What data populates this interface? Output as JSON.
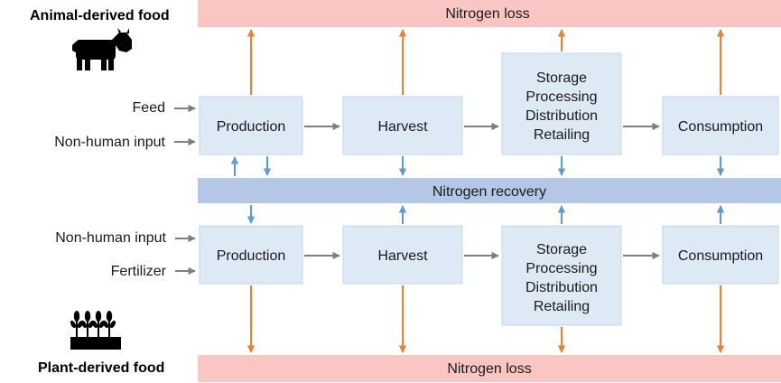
{
  "titles": {
    "animal": "Animal-derived food",
    "plant": "Plant-derived food"
  },
  "bands": {
    "loss_top": "Nitrogen loss",
    "recovery": "Nitrogen recovery",
    "loss_bottom": "Nitrogen loss"
  },
  "animal": {
    "inputs": [
      "Feed",
      "Non-human input"
    ],
    "stages": [
      {
        "lines": [
          "Production"
        ]
      },
      {
        "lines": [
          "Harvest"
        ]
      },
      {
        "lines": [
          "Storage",
          "Processing",
          "Distribution",
          "Retailing"
        ]
      },
      {
        "lines": [
          "Consumption"
        ]
      }
    ]
  },
  "plant": {
    "inputs": [
      "Non-human input",
      "Fertilizer"
    ],
    "stages": [
      {
        "lines": [
          "Production"
        ]
      },
      {
        "lines": [
          "Harvest"
        ]
      },
      {
        "lines": [
          "Storage",
          "Processing",
          "Distribution",
          "Retailing"
        ]
      },
      {
        "lines": [
          "Consumption"
        ]
      }
    ]
  },
  "icons": {
    "animal": "cow-icon",
    "plant": "wheat-icon"
  },
  "colors": {
    "loss_band": "#f9c6c3",
    "recovery_band": "#b4c7e7",
    "stage_box": "#dde9f5",
    "stage_border": "#c5d6ea",
    "orange_arrow": "#ed7d31",
    "blue_arrow": "#5b9bd5",
    "gray_arrow": "#7f7f7f"
  }
}
